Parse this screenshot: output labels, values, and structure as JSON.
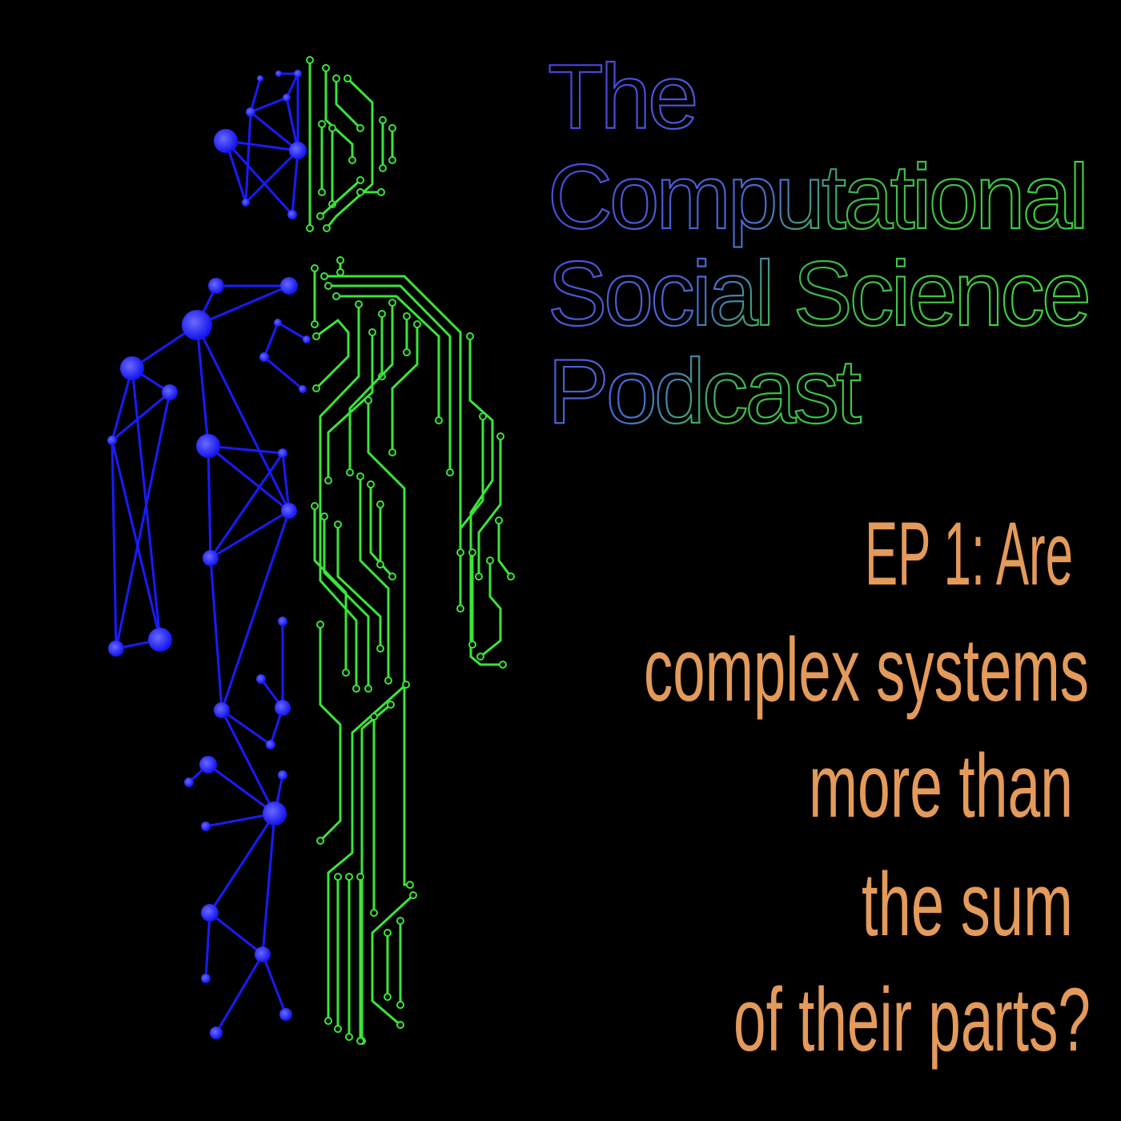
{
  "title": {
    "lines": [
      "The",
      "Computational",
      "Social Science",
      "Podcast"
    ],
    "gradient_colors": [
      "#4a43e0",
      "#3fd23f"
    ]
  },
  "episode": {
    "lines": [
      "EP 1: Are",
      "complex systems",
      "more than",
      "the sum",
      "of their parts?"
    ],
    "color": "#e39a5a"
  },
  "artwork": {
    "figure_icon": "human-network-circuit-figure",
    "network_color": "#1a1aff",
    "circuit_color": "#39e639"
  }
}
